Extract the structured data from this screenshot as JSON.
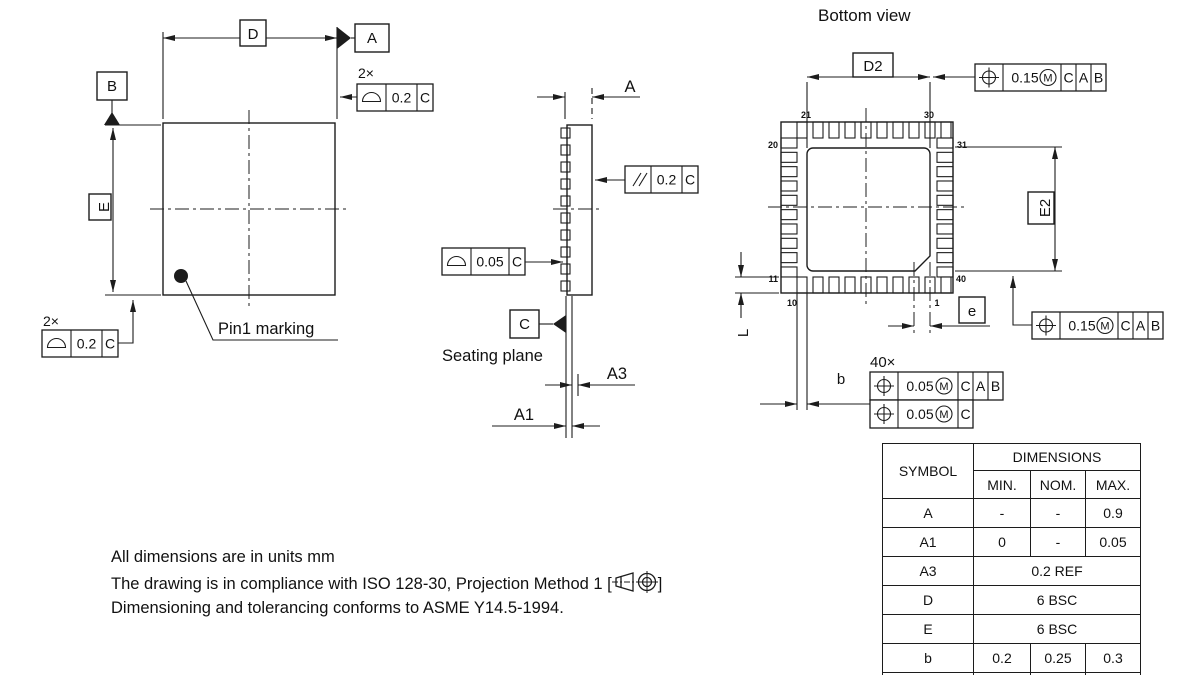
{
  "title": "Bottom view",
  "labels": {
    "d": "D",
    "e": "E",
    "a": "A",
    "a1": "A1",
    "a3": "A3",
    "d2": "D2",
    "e2": "E2",
    "pitch": "e",
    "length": "L",
    "width": "b",
    "two_x": "2×",
    "forty_x": "40×",
    "pin1_marking": "Pin1 marking",
    "seating_plane": "Seating plane"
  },
  "datums": {
    "a": "A",
    "b": "B",
    "c": "C"
  },
  "fcf": {
    "profile_top": {
      "tol": "0.2",
      "ref": "C"
    },
    "profile_bottom": {
      "tol": "0.2",
      "ref": "C"
    },
    "parallelism": {
      "tol": "0.2",
      "ref": "C"
    },
    "profile_side": {
      "tol": "0.05",
      "ref": "C"
    },
    "position_top": {
      "tol": "0.15",
      "mod": "M",
      "ref1": "C",
      "ref2": "A",
      "ref3": "B"
    },
    "position_bottom": {
      "tol": "0.15",
      "mod": "M",
      "ref1": "C",
      "ref2": "A",
      "ref3": "B"
    },
    "position_lead1": {
      "tol": "0.05",
      "mod": "M",
      "ref1": "C",
      "ref2": "A",
      "ref3": "B"
    },
    "position_lead2": {
      "tol": "0.05",
      "mod": "M",
      "ref1": "C"
    }
  },
  "pins": {
    "p1": "1",
    "p10": "10",
    "p11": "11",
    "p20": "20",
    "p21": "21",
    "p30": "30",
    "p31": "31",
    "p40": "40"
  },
  "table": {
    "symbol_header": "SYMBOL",
    "dimensions_header": "DIMENSIONS",
    "min_header": "MIN.",
    "nom_header": "NOM.",
    "max_header": "MAX.",
    "rows": [
      {
        "symbol": "A",
        "min": "-",
        "nom": "-",
        "max": "0.9"
      },
      {
        "symbol": "A1",
        "min": "0",
        "nom": "-",
        "max": "0.05"
      },
      {
        "symbol": "A3",
        "span": "0.2 REF"
      },
      {
        "symbol": "D",
        "span": "6 BSC"
      },
      {
        "symbol": "E",
        "span": "6 BSC"
      },
      {
        "symbol": "b",
        "min": "0.2",
        "nom": "0.25",
        "max": "0.3"
      }
    ]
  },
  "notes": {
    "line1": "All dimensions are in units mm",
    "line2a": "The drawing is in compliance with ISO 128-30, Projection Method 1 [",
    "line2b": "]",
    "line3": "Dimensioning and tolerancing conforms to ASME Y14.5-1994."
  },
  "colors": {
    "ink": "#1c1c1c",
    "background": "#ffffff"
  }
}
